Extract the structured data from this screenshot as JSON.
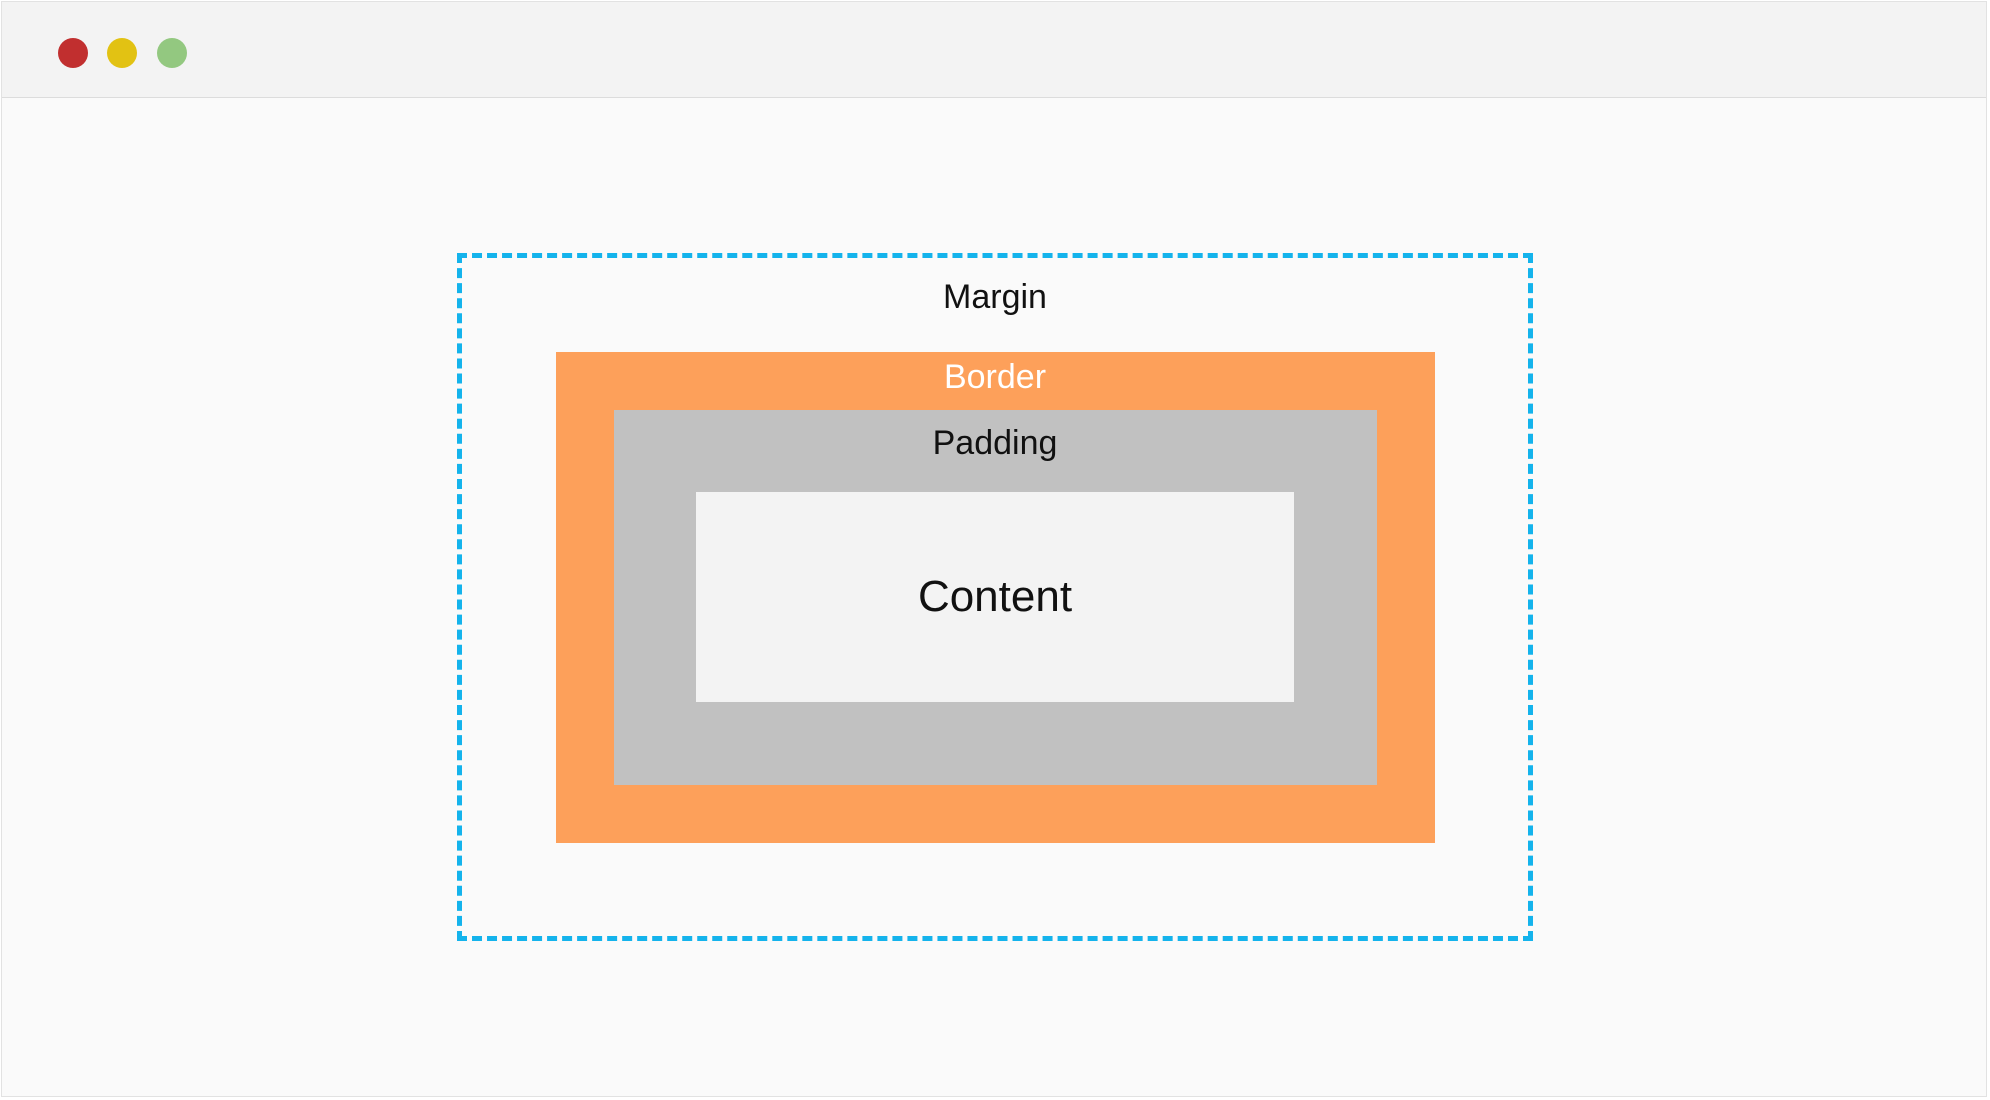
{
  "window_controls": {
    "close_color": "#c12f2f",
    "minimize_color": "#e2c213",
    "maximize_color": "#93c880"
  },
  "diagram": {
    "margin_label": "Margin",
    "border_label": "Border",
    "padding_label": "Padding",
    "content_label": "Content",
    "colors": {
      "margin_outline": "#14b3ec",
      "border_fill": "#fda05a",
      "padding_fill": "#c1c1c1",
      "content_fill": "#f3f3f3"
    }
  }
}
